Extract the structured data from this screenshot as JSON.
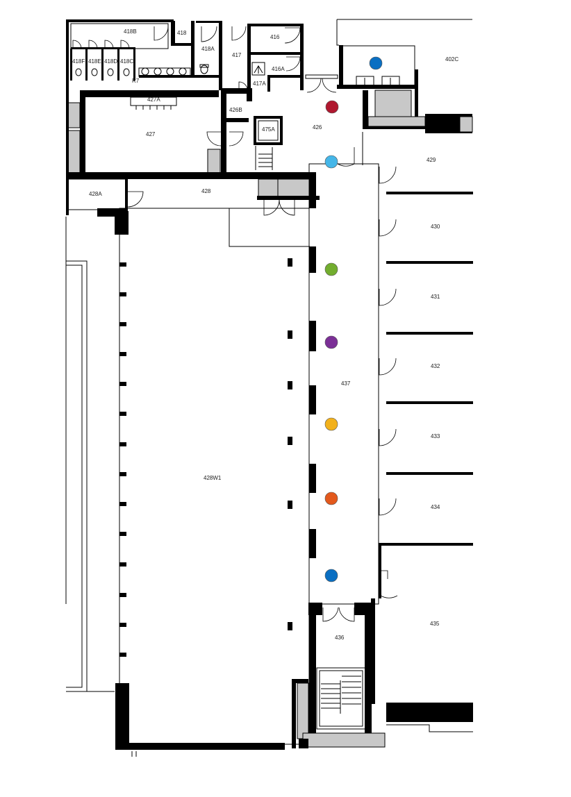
{
  "rooms": {
    "r418B": "418B",
    "r418": "418",
    "r418A": "418A",
    "r417": "417",
    "r416": "416",
    "r416A": "416A",
    "r417A": "417A",
    "r418F": "418F",
    "r418E": "418E",
    "r418D": "418D",
    "r418C": "418C",
    "r402C": "402C",
    "r427A": "427A",
    "r427": "427",
    "r426B": "426B",
    "r475A": "475A",
    "r426": "426",
    "r429": "429",
    "r428A": "428A",
    "r428": "428",
    "r430": "430",
    "r431": "431",
    "r432": "432",
    "r437": "437",
    "r433": "433",
    "r428W1": "428W1",
    "r434": "434",
    "r435": "435",
    "r436": "436",
    "r7": "R7"
  },
  "markers": [
    {
      "name": "marker-blue-402c",
      "color": "#0a6fc2"
    },
    {
      "name": "marker-red-426",
      "color": "#b0182f"
    },
    {
      "name": "marker-lightblue-426",
      "color": "#45b6e8"
    },
    {
      "name": "marker-green-437",
      "color": "#72ad2e"
    },
    {
      "name": "marker-purple-437",
      "color": "#7b2f96"
    },
    {
      "name": "marker-yellow-437",
      "color": "#f2b11c"
    },
    {
      "name": "marker-orange-437",
      "color": "#e3591c"
    },
    {
      "name": "marker-blue-437",
      "color": "#0a6fc2"
    }
  ]
}
